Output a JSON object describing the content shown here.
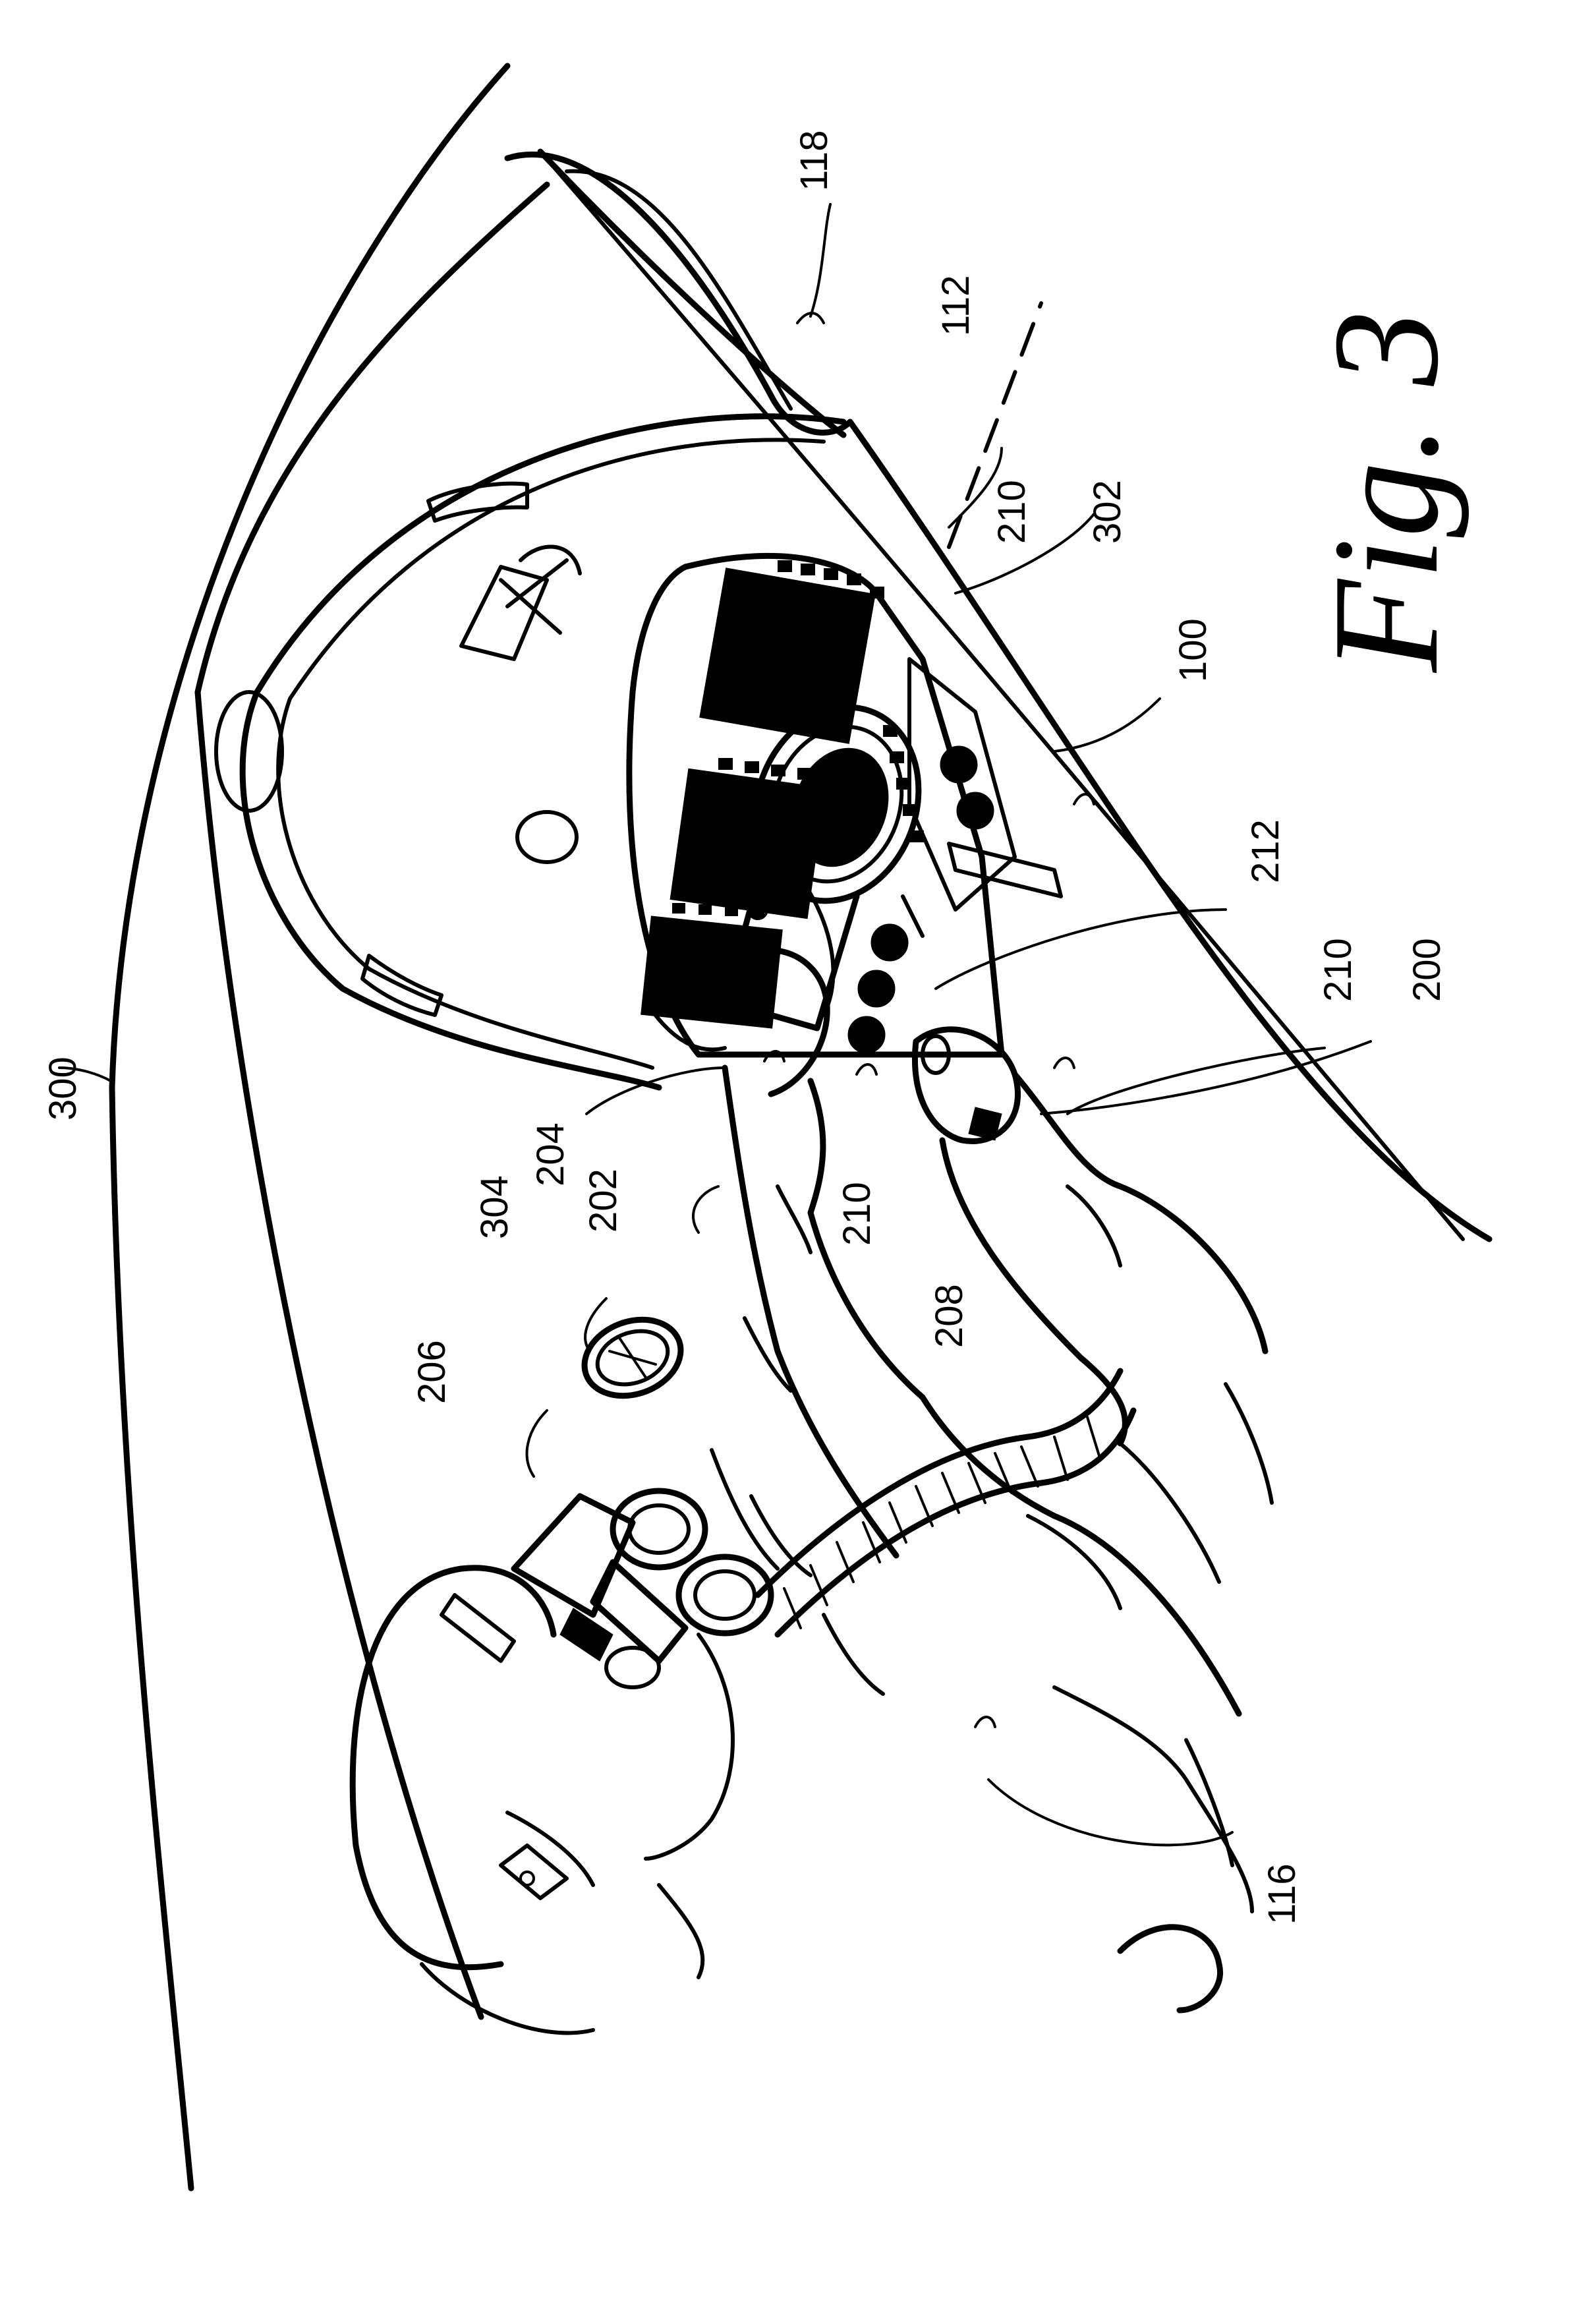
{
  "figure": {
    "caption": "Fig. 3",
    "colors": {
      "ink": "#000000",
      "paper": "#ffffff"
    },
    "reference_numerals": {
      "n300": "300",
      "n304": "304",
      "n206": "206",
      "n202": "202",
      "n204": "204",
      "n210a": "210",
      "n210b": "210",
      "n210c": "210",
      "n208": "208",
      "n212": "212",
      "n200": "200",
      "n100": "100",
      "n302": "302",
      "n112": "112",
      "n118": "118",
      "n116": "116"
    }
  }
}
